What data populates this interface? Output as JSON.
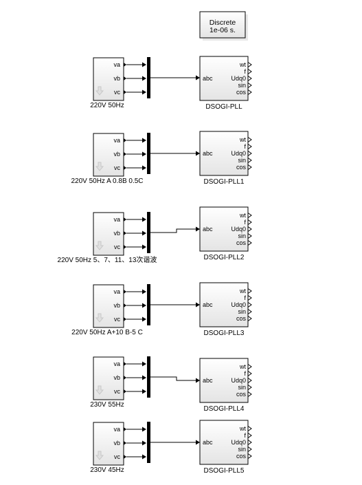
{
  "powergui": {
    "line1": "Discrete",
    "line2": "1e-06 s.",
    "color": "#1a1aa6"
  },
  "colors": {
    "block_border": "#000000",
    "block_fill_top": "#ffffff",
    "block_fill_bottom": "#e4e4e4",
    "bus_bar": "#000000",
    "wire": "#000000",
    "arrow_icon": "#c8c8c8"
  },
  "source_ports": [
    "va",
    "vb",
    "vc"
  ],
  "pll_input_port": "abc",
  "pll_output_ports": [
    "wt",
    "f",
    "Udq0",
    "sin",
    "cos"
  ],
  "rows": [
    {
      "source_label": "220V 50Hz",
      "pll_name": "DSOGI-PLL"
    },
    {
      "source_label": "220V 50Hz A 0.8B 0.5C",
      "pll_name": "DSOGI-PLL1"
    },
    {
      "source_label": "220V 50Hz 5、7、11、13次谐波",
      "pll_name": "DSOGI-PLL2"
    },
    {
      "source_label": "220V 50Hz A+10 B-5 C",
      "pll_name": "DSOGI-PLL3"
    },
    {
      "source_label": "230V 55Hz",
      "pll_name": "DSOGI-PLL4"
    },
    {
      "source_label": "230V 45Hz",
      "pll_name": "DSOGI-PLL5"
    }
  ]
}
